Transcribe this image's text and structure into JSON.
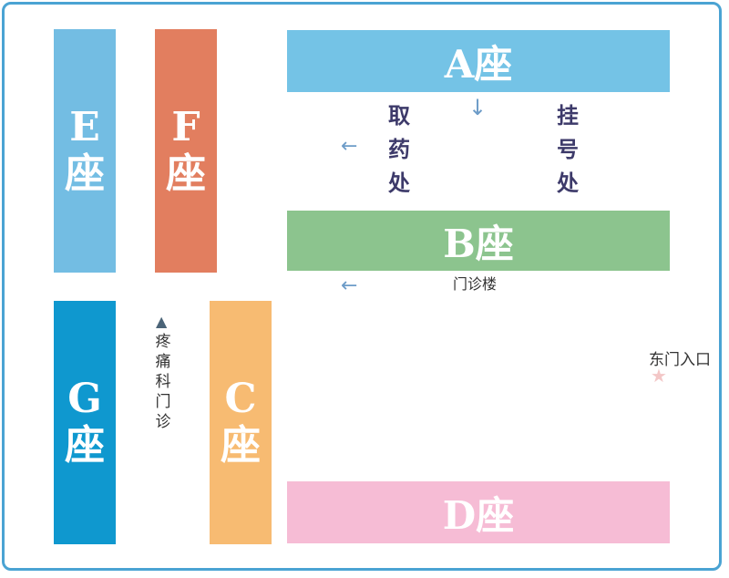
{
  "buildings": {
    "a": {
      "name": "A座",
      "color": "#74c3e6"
    },
    "b": {
      "name": "B座",
      "color": "#8cc48e"
    },
    "c": {
      "letter": "C",
      "seat": "座",
      "color": "#f7bb72"
    },
    "d": {
      "name": "D座",
      "color": "#f6bcd5"
    },
    "e": {
      "letter": "E",
      "seat": "座",
      "color": "#73bde3"
    },
    "f": {
      "letter": "F",
      "seat": "座",
      "color": "#e27e5f"
    },
    "g": {
      "letter": "G",
      "seat": "座",
      "color": "#0f98cf"
    }
  },
  "labels": {
    "pharmacy": [
      "取",
      "药",
      "处"
    ],
    "registration": [
      "挂",
      "号",
      "处"
    ],
    "outpatient_building": "门诊楼",
    "pain_clinic": [
      "疼",
      "痛",
      "科",
      "门",
      "诊"
    ],
    "east_entrance": "东门入口"
  },
  "icons": {
    "arrow_down": "↓",
    "arrow_left": "←",
    "triangle_up": "▲",
    "star": "★"
  },
  "colors": {
    "border": "#4aa3d3",
    "arrow": "#6d9cc8",
    "service_text": "#3d3a6a"
  }
}
